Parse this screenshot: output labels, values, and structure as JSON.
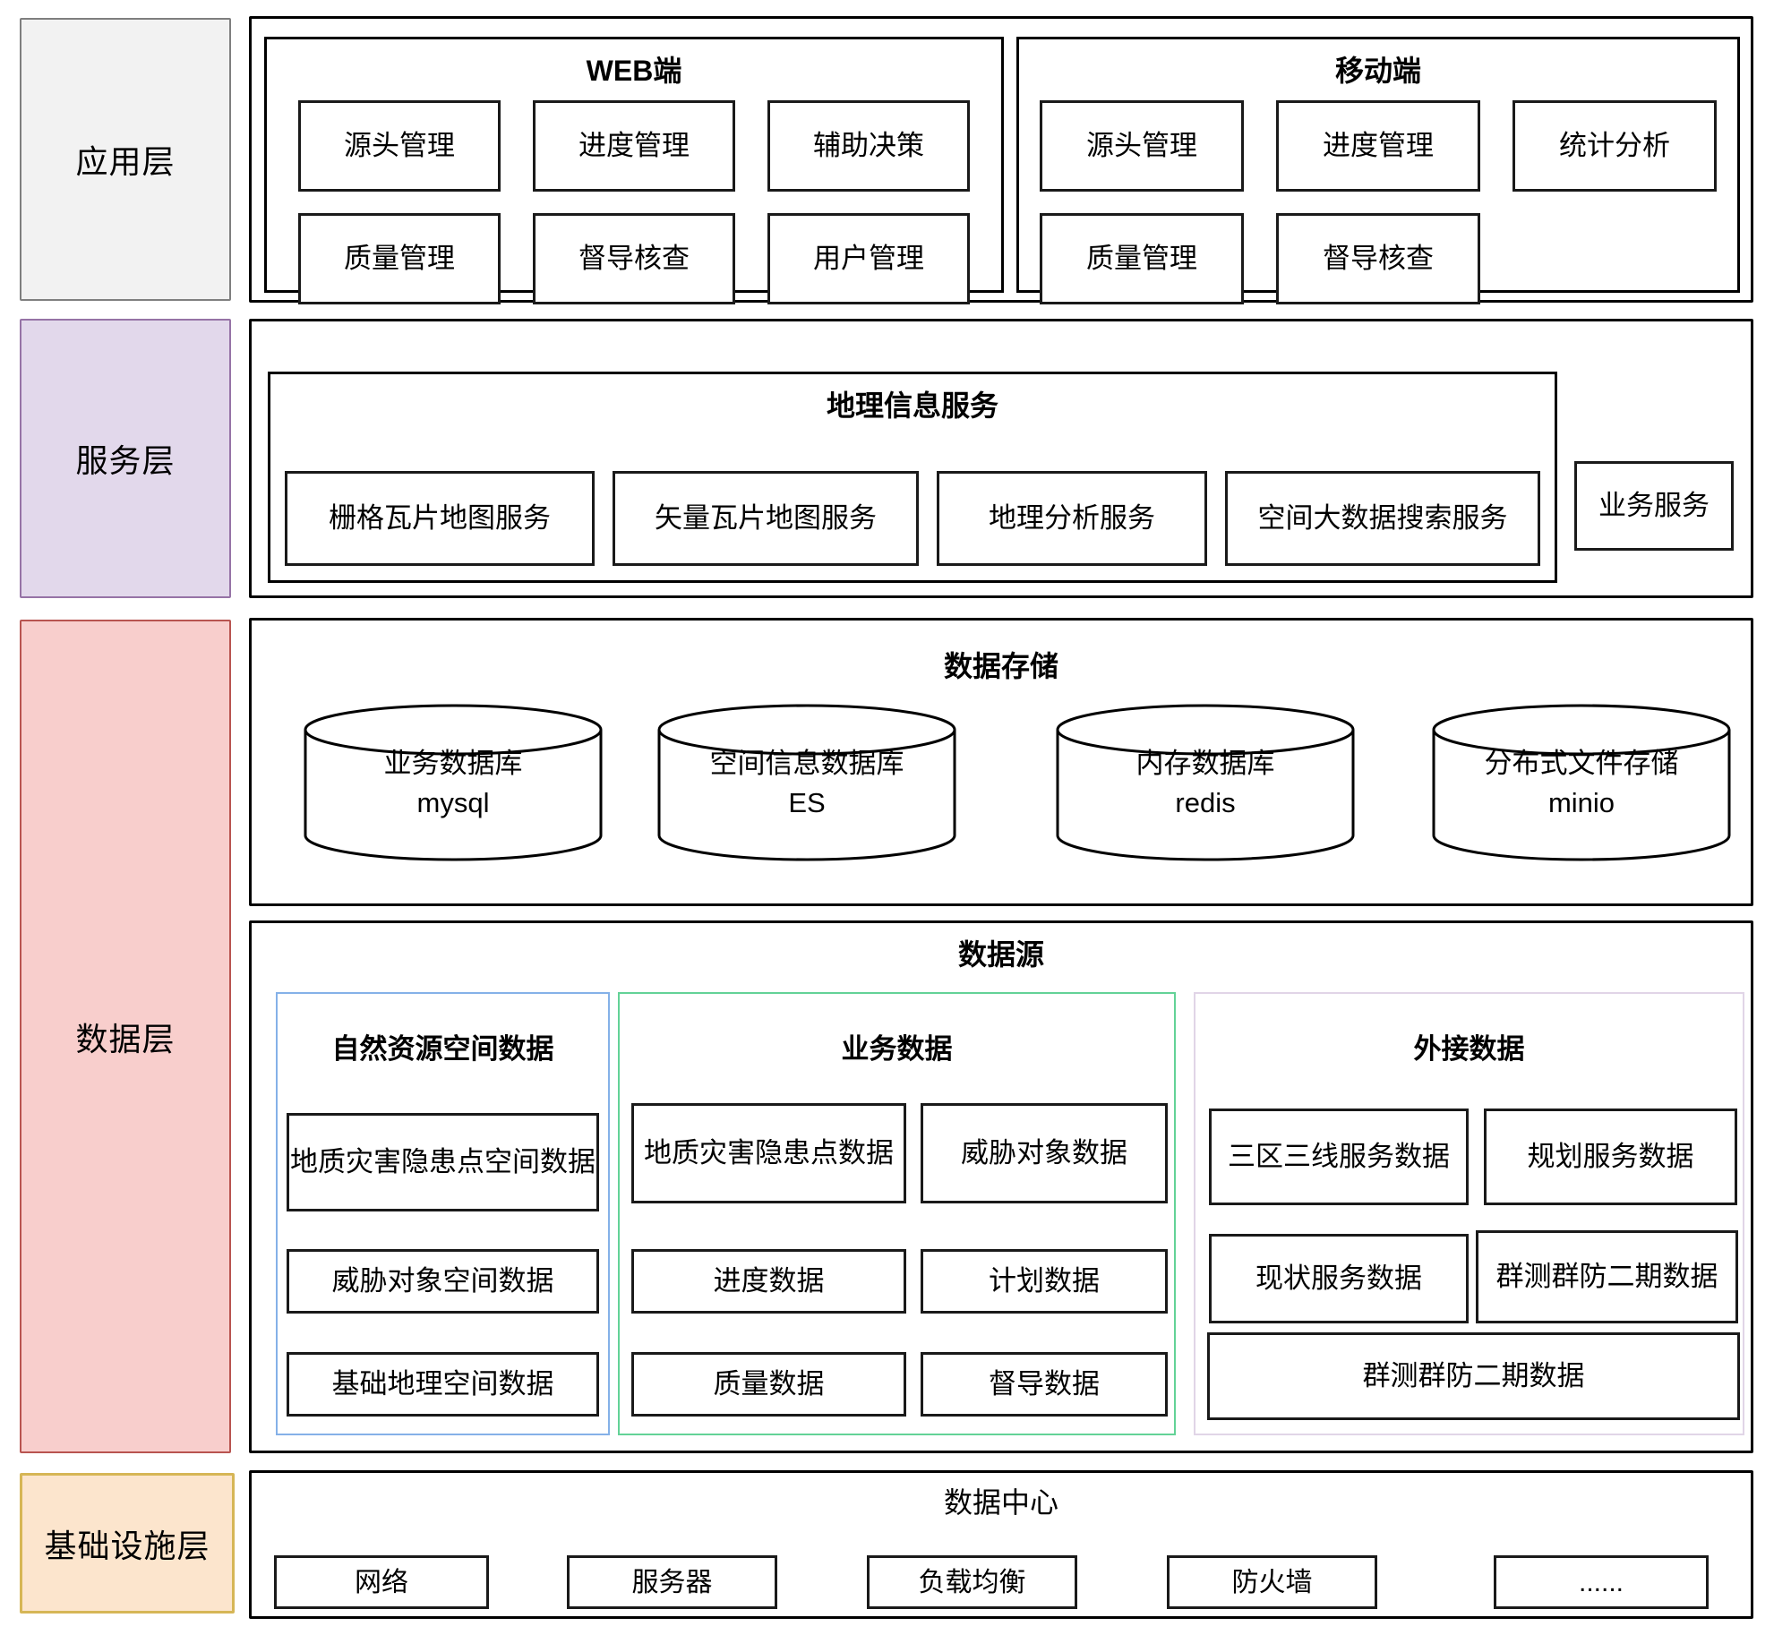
{
  "sidebar": {
    "app": "应用层",
    "service": "服务层",
    "data": "数据层",
    "infra": "基础设施层"
  },
  "app_layer": {
    "web": {
      "title": "WEB端",
      "items": [
        "源头管理",
        "进度管理",
        "辅助决策",
        "质量管理",
        "督导核查",
        "用户管理"
      ]
    },
    "mobile": {
      "title": "移动端",
      "items": [
        "源头管理",
        "进度管理",
        "统计分析",
        "质量管理",
        "督导核查"
      ]
    }
  },
  "service_layer": {
    "gis_title": "地理信息服务",
    "gis_items": [
      "栅格瓦片地图服务",
      "矢量瓦片地图服务",
      "地理分析服务",
      "空间大数据搜索服务"
    ],
    "business_service": "业务服务"
  },
  "storage": {
    "title": "数据存储",
    "databases": [
      {
        "name": "业务数据库",
        "tech": "mysql"
      },
      {
        "name": "空间信息数据库",
        "tech": "ES"
      },
      {
        "name": "内存数据库",
        "tech": "redis"
      },
      {
        "name": "分布式文件存储",
        "tech": "minio"
      }
    ]
  },
  "source": {
    "title": "数据源",
    "natural": {
      "title": "自然资源空间数据",
      "items": [
        "地质灾害隐患点空间数据",
        "威胁对象空间数据",
        "基础地理空间数据"
      ]
    },
    "business": {
      "title": "业务数据",
      "items": [
        "地质灾害隐患点数据",
        "威胁对象数据",
        "进度数据",
        "计划数据",
        "质量数据",
        "督导数据"
      ]
    },
    "external": {
      "title": "外接数据",
      "items": [
        "三区三线服务数据",
        "规划服务数据",
        "现状服务数据",
        "群测群防二期数据",
        "群测群防二期数据"
      ]
    }
  },
  "infra": {
    "title": "数据中心",
    "items": [
      "网络",
      "服务器",
      "负载均衡",
      "防火墙",
      "......"
    ]
  },
  "colors": {
    "app_fill": "#F2F2F2",
    "app_stroke": "#7F7F7F",
    "service_fill": "#E2D8EB",
    "service_stroke": "#9673A6",
    "data_fill": "#F8CECC",
    "data_stroke": "#B85450",
    "infra_fill": "#FCE5CD",
    "infra_stroke": "#D6B656",
    "group_natural_border": "#85B1E8",
    "group_business_border": "#63D297",
    "group_external_border": "#E1D5E7"
  }
}
